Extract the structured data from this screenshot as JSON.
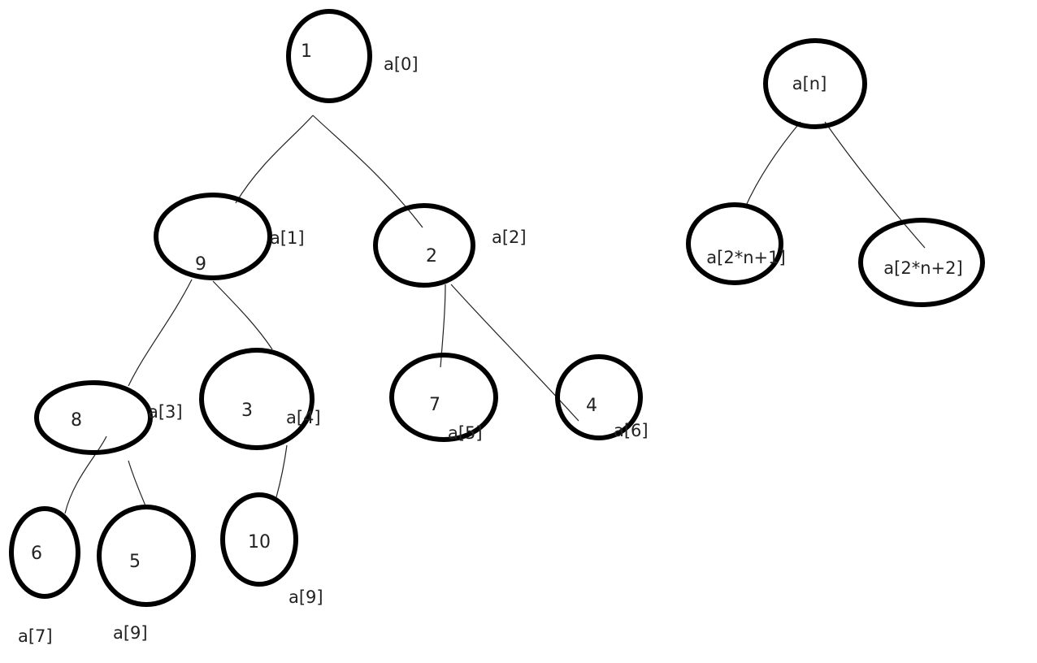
{
  "tree": {
    "nodes": [
      {
        "id": "n0",
        "value": "1",
        "index_label": "a[0]"
      },
      {
        "id": "n1",
        "value": "9",
        "index_label": "a[1]"
      },
      {
        "id": "n2",
        "value": "2",
        "index_label": "a[2]"
      },
      {
        "id": "n3",
        "value": "8",
        "index_label": "a[3]"
      },
      {
        "id": "n4",
        "value": "3",
        "index_label": "a[4]"
      },
      {
        "id": "n5",
        "value": "7",
        "index_label": "a[5]"
      },
      {
        "id": "n6",
        "value": "4",
        "index_label": "a[6]"
      },
      {
        "id": "n7",
        "value": "6",
        "index_label": "a[7]"
      },
      {
        "id": "n8",
        "value": "5",
        "index_label": "a[9]"
      },
      {
        "id": "n9",
        "value": "10",
        "index_label": "a[9]"
      }
    ]
  },
  "legend": {
    "parent": "a[n]",
    "left_child": "a[2*n+1]",
    "right_child": "a[2*n+2]"
  }
}
